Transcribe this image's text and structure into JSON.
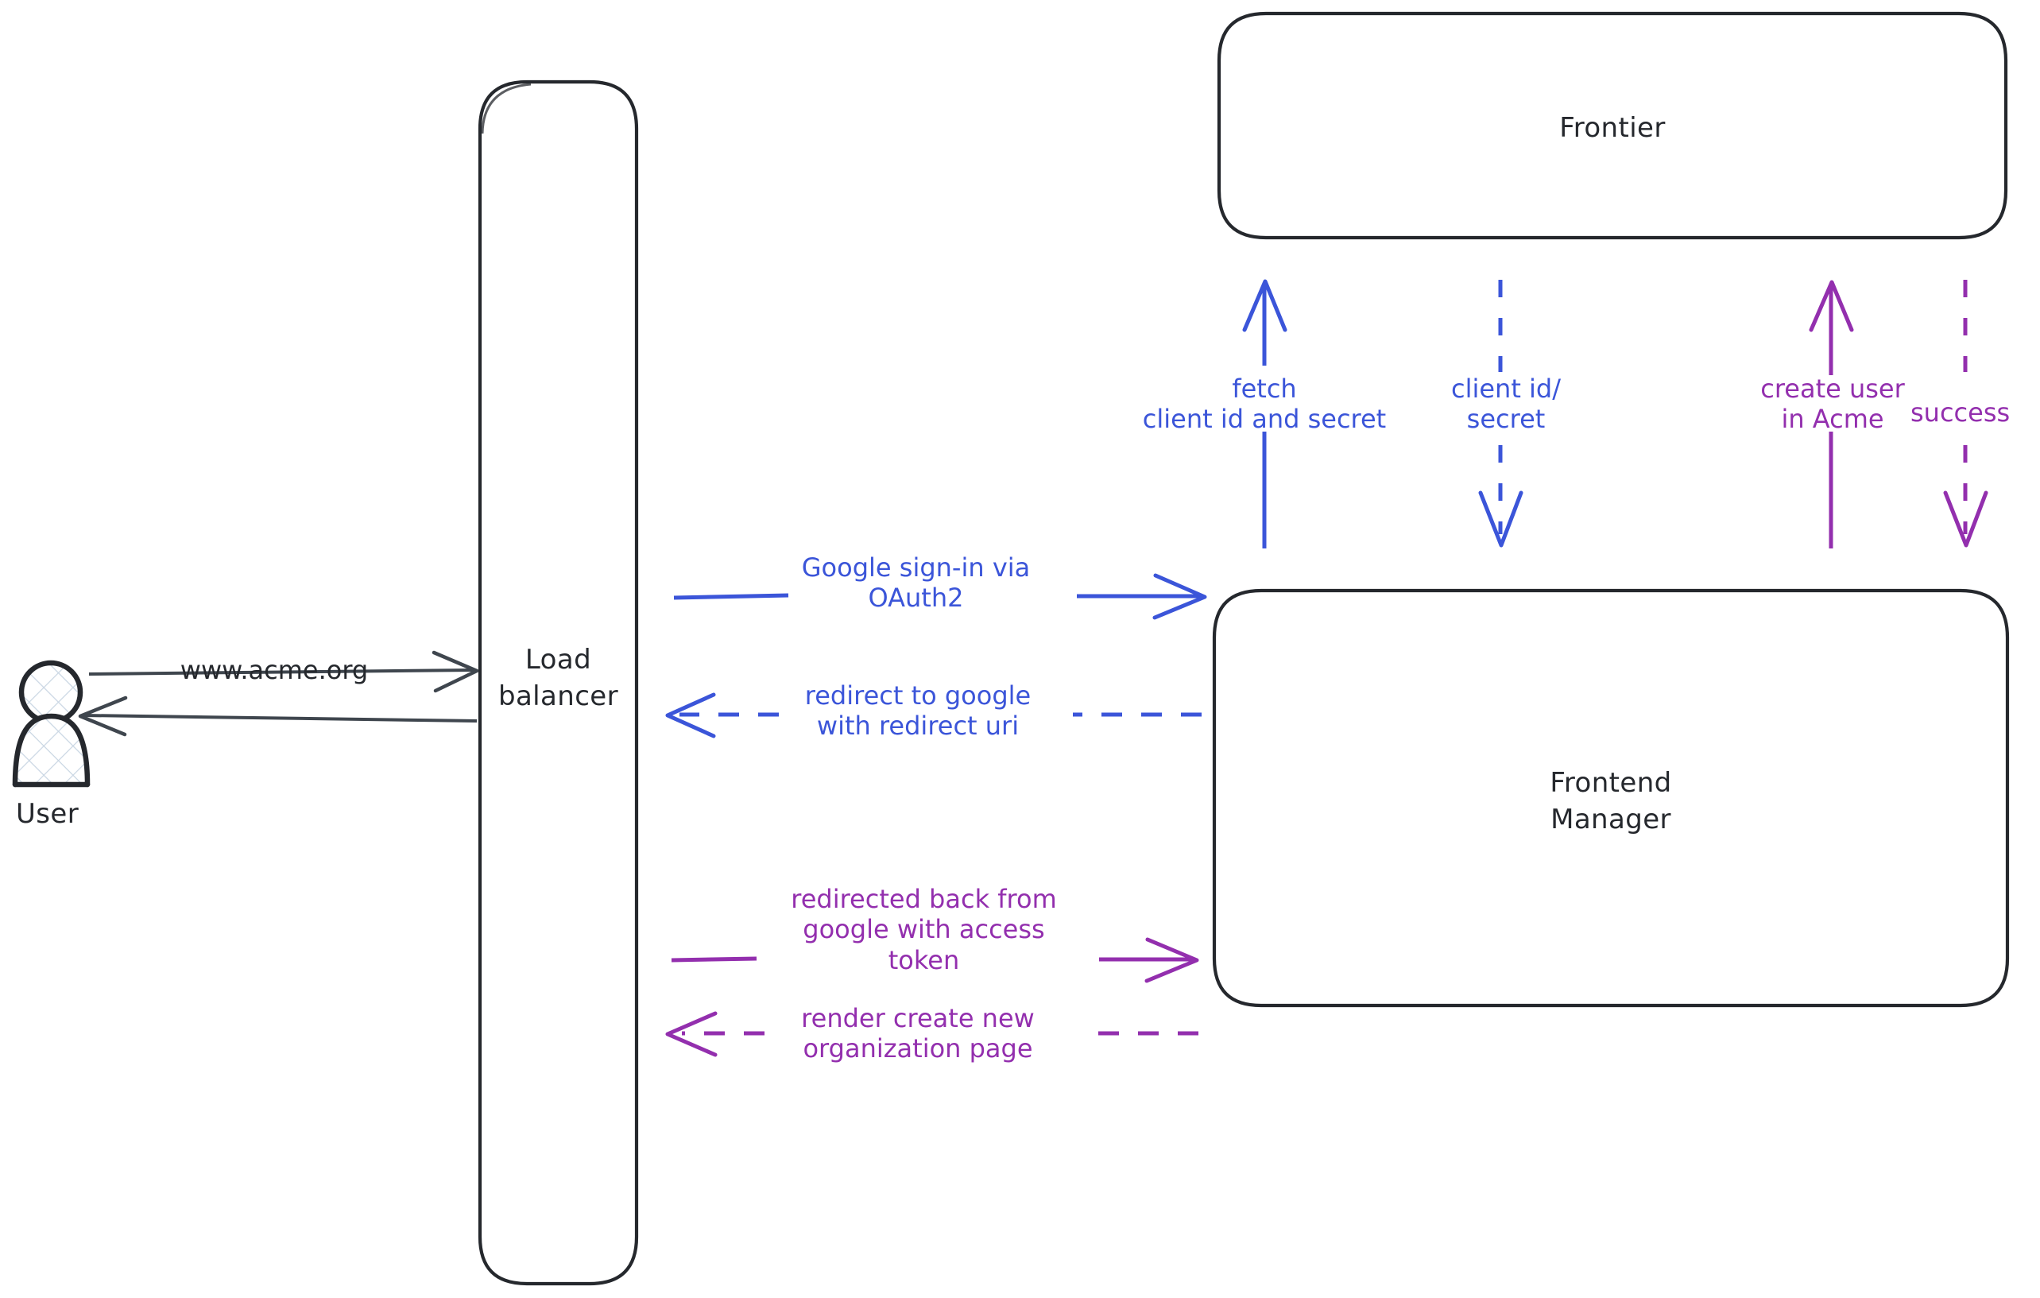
{
  "diagram": {
    "title": "OAuth2 Google sign-in flow",
    "background": "#ffffff",
    "colors": {
      "outline": "#25282d",
      "blue": "#3b55d9",
      "purple": "#932fae",
      "actor_fill": "#f7f9fc"
    }
  },
  "actors": [
    {
      "id": "user",
      "name": "user-actor",
      "label": "User"
    }
  ],
  "nodes": [
    {
      "id": "load_balancer",
      "name": "load-balancer-node",
      "label": "Load\nbalancer"
    },
    {
      "id": "frontier",
      "name": "frontier-node",
      "label": "Frontier"
    },
    {
      "id": "frontend_manager",
      "name": "frontend-manager-node",
      "label": "Frontend\nManager"
    }
  ],
  "edges": [
    {
      "id": "user_to_lb",
      "name": "edge-user-to-load-balancer",
      "label": "www.acme.org",
      "color": "#25282d",
      "style": "solid",
      "direction": "right",
      "from": "User",
      "to": "Load balancer"
    },
    {
      "id": "lb_to_user",
      "name": "edge-load-balancer-to-user",
      "label": "",
      "color": "#25282d",
      "style": "solid",
      "direction": "left",
      "from": "Load balancer",
      "to": "User"
    },
    {
      "id": "lb_to_fm_signin",
      "name": "edge-google-signin-oauth2",
      "label": "Google sign-in via\nOAuth2",
      "color": "#3b55d9",
      "style": "solid",
      "direction": "right",
      "from": "Load balancer",
      "to": "Frontend Manager"
    },
    {
      "id": "fm_to_lb_redirect",
      "name": "edge-redirect-to-google",
      "label": "redirect to google\nwith redirect uri",
      "color": "#3b55d9",
      "style": "dashed",
      "direction": "left",
      "from": "Frontend Manager",
      "to": "Load balancer"
    },
    {
      "id": "lb_to_fm_token",
      "name": "edge-redirected-back-with-access-token",
      "label": "redirected back from\ngoogle with access\ntoken",
      "color": "#932fae",
      "style": "solid",
      "direction": "right",
      "from": "Load balancer",
      "to": "Frontend Manager"
    },
    {
      "id": "fm_to_lb_render",
      "name": "edge-render-create-new-organization-page",
      "label": "render create new\norganization page",
      "color": "#932fae",
      "style": "dashed",
      "direction": "left",
      "from": "Frontend Manager",
      "to": "Load balancer"
    },
    {
      "id": "fm_to_frontier_fetch",
      "name": "edge-fetch-client-id-and-secret",
      "label": "fetch\nclient id and secret",
      "color": "#3b55d9",
      "style": "solid",
      "direction": "up",
      "from": "Frontend Manager",
      "to": "Frontier"
    },
    {
      "id": "frontier_to_fm_creds",
      "name": "edge-client-id-secret",
      "label": "client id/\nsecret",
      "color": "#3b55d9",
      "style": "dashed",
      "direction": "down",
      "from": "Frontier",
      "to": "Frontend Manager"
    },
    {
      "id": "fm_to_frontier_create",
      "name": "edge-create-user-in-acme",
      "label": "create user\nin Acme",
      "color": "#932fae",
      "style": "solid",
      "direction": "up",
      "from": "Frontend Manager",
      "to": "Frontier"
    },
    {
      "id": "frontier_to_fm_success",
      "name": "edge-success",
      "label": "success",
      "color": "#932fae",
      "style": "dashed",
      "direction": "down",
      "from": "Frontier",
      "to": "Frontend Manager"
    }
  ]
}
